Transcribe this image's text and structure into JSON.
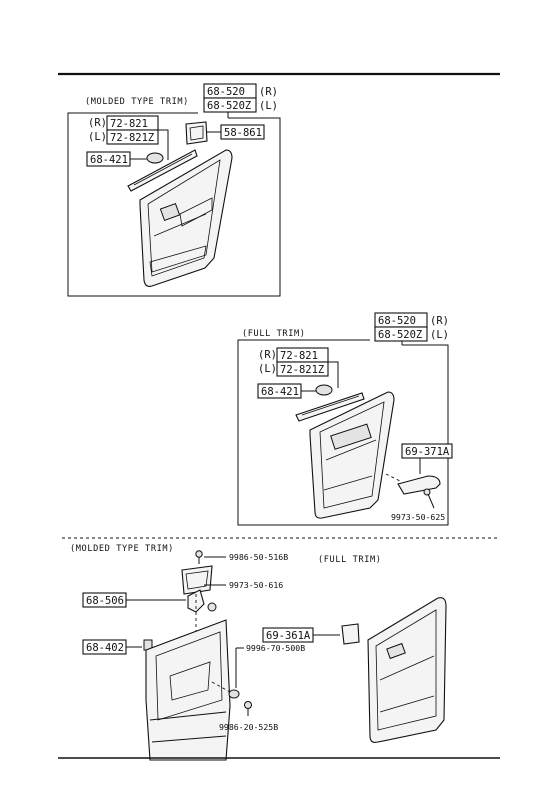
{
  "section1": {
    "caption": "(MOLDED TYPE TRIM)",
    "panel_r": "68-520",
    "panel_l": "68-520Z",
    "side_r": "(R)",
    "side_l": "(L)",
    "strip_side_r": "(R)",
    "strip_side_l": "(L)",
    "strip_r": "72-821",
    "strip_l": "72-821Z",
    "pocket": "58-861",
    "clip": "68-421"
  },
  "section2": {
    "caption": "(FULL TRIM)",
    "panel_r": "68-520",
    "panel_l": "68-520Z",
    "side_r": "(R)",
    "side_l": "(L)",
    "strip_side_r": "(R)",
    "strip_side_l": "(L)",
    "strip_r": "72-821",
    "strip_l": "72-821Z",
    "clip": "68-421",
    "armrest": "69-371A",
    "screw": "9973-50-625"
  },
  "section3": {
    "caption_left": "(MOLDED TYPE TRIM)",
    "caption_right": "(FULL TRIM)",
    "screw_top": "9986-50-516B",
    "screw_mid": "9973-50-616",
    "bracket": "68-506",
    "clip": "68-402",
    "cap": "9996-70-500B",
    "screw_bottom": "9986-20-525B",
    "grip": "69-361A"
  }
}
